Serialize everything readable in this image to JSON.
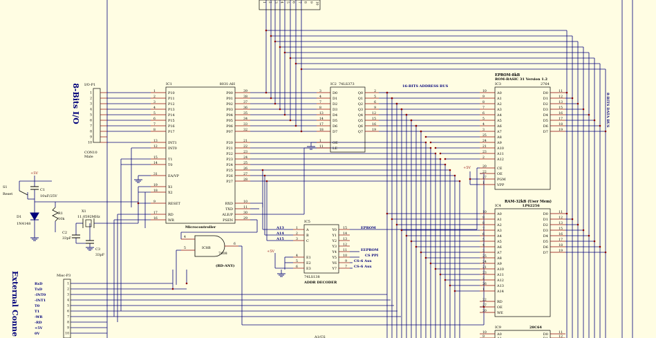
{
  "colors": {
    "background": "#fffde3",
    "wire": "#00007a",
    "part": "#8b0000",
    "text": "#000000"
  },
  "left_titles": {
    "io": "8-Bits I/O",
    "ext": "External Conne"
  },
  "bus_labels": {
    "addr": "16-BITS ADDRESS BUS",
    "data": "8-BITS DATA BUS"
  },
  "conn_io": {
    "ref": "I/O-P1",
    "name": "CON10",
    "sub": "Male",
    "pins": [
      "1",
      "2",
      "3",
      "4",
      "5",
      "6",
      "7",
      "8",
      "9",
      "10"
    ]
  },
  "conn_misc": {
    "ref": "Misc-P3",
    "signals": [
      "RxD",
      "TxD",
      "-INT0",
      "-INT1",
      "T0",
      "T1",
      "-WR",
      "-RD",
      "+5V",
      "0V"
    ],
    "pins": [
      "1",
      "2",
      "3",
      "4",
      "5",
      "6",
      "7",
      "8",
      "9",
      "10"
    ]
  },
  "reset": {
    "s1": "S1",
    "s1_name": "Reset",
    "pwr": "+5V",
    "c1": "C1",
    "c1_val": "10uF/25V",
    "r1": "R1",
    "r1_val": "10k",
    "d1": "D1",
    "d1_val": "1N4148"
  },
  "crystal": {
    "x1": "X1",
    "x1_val": "11.0592MHz",
    "c2": "C2",
    "c2_val": "33pF",
    "c3": "C3",
    "c3_val": "33pF"
  },
  "ic1": {
    "ref": "IC1",
    "part": "8031-AH",
    "caption": "Microcontroller",
    "left": [
      {
        "pin": "1",
        "name": "P10"
      },
      {
        "pin": "2",
        "name": "P11"
      },
      {
        "pin": "3",
        "name": "P12"
      },
      {
        "pin": "4",
        "name": "P13"
      },
      {
        "pin": "5",
        "name": "P14"
      },
      {
        "pin": "6",
        "name": "P15"
      },
      {
        "pin": "7",
        "name": "P16"
      },
      {
        "pin": "8",
        "name": "P17"
      },
      {
        "pin": "13",
        "name": "INT1"
      },
      {
        "pin": "12",
        "name": "INT0"
      },
      {
        "pin": "15",
        "name": "T1"
      },
      {
        "pin": "14",
        "name": "T0"
      },
      {
        "pin": "31",
        "name": "EA/VP"
      },
      {
        "pin": "19",
        "name": "X1"
      },
      {
        "pin": "18",
        "name": "X2"
      },
      {
        "pin": "9",
        "name": "RESET"
      },
      {
        "pin": "17",
        "name": "RD"
      },
      {
        "pin": "16",
        "name": "WR"
      }
    ],
    "right": [
      {
        "pin": "39",
        "name": "P00"
      },
      {
        "pin": "38",
        "name": "P01"
      },
      {
        "pin": "37",
        "name": "P02"
      },
      {
        "pin": "36",
        "name": "P03"
      },
      {
        "pin": "35",
        "name": "P04"
      },
      {
        "pin": "34",
        "name": "P05"
      },
      {
        "pin": "33",
        "name": "P06"
      },
      {
        "pin": "32",
        "name": "P07"
      },
      {
        "pin": "21",
        "name": "P20"
      },
      {
        "pin": "22",
        "name": "P21"
      },
      {
        "pin": "23",
        "name": "P22"
      },
      {
        "pin": "24",
        "name": "P23"
      },
      {
        "pin": "25",
        "name": "P24"
      },
      {
        "pin": "26",
        "name": "P25"
      },
      {
        "pin": "27",
        "name": "P26"
      },
      {
        "pin": "28",
        "name": "P27"
      },
      {
        "pin": "10",
        "name": "RXD"
      },
      {
        "pin": "11",
        "name": "TXD"
      },
      {
        "pin": "30",
        "name": "ALE/P"
      },
      {
        "pin": "29",
        "name": "PSEN"
      }
    ]
  },
  "ic2": {
    "ref": "IC2",
    "part": "74LS373",
    "left": [
      {
        "pin": "3",
        "name": "D0"
      },
      {
        "pin": "4",
        "name": "D1"
      },
      {
        "pin": "7",
        "name": "D2"
      },
      {
        "pin": "8",
        "name": "D3"
      },
      {
        "pin": "13",
        "name": "D4"
      },
      {
        "pin": "14",
        "name": "D5"
      },
      {
        "pin": "17",
        "name": "D6"
      },
      {
        "pin": "18",
        "name": "D7"
      },
      {
        "pin": "1",
        "name": "OE"
      },
      {
        "pin": "11",
        "name": "LE"
      }
    ],
    "right": [
      {
        "pin": "2",
        "name": "Q0"
      },
      {
        "pin": "5",
        "name": "Q1"
      },
      {
        "pin": "6",
        "name": "Q2"
      },
      {
        "pin": "9",
        "name": "Q3"
      },
      {
        "pin": "12",
        "name": "Q4"
      },
      {
        "pin": "15",
        "name": "Q5"
      },
      {
        "pin": "16",
        "name": "Q6"
      },
      {
        "pin": "19",
        "name": "Q7"
      }
    ]
  },
  "ic3": {
    "ref": "IC3",
    "part": "2764",
    "title1": "EPROM-8kB",
    "title2": "ROM-BASIC 31 Version 1.2",
    "pwr": "+5V",
    "left": [
      {
        "pin": "10",
        "name": "A0"
      },
      {
        "pin": "9",
        "name": "A1"
      },
      {
        "pin": "8",
        "name": "A2"
      },
      {
        "pin": "7",
        "name": "A3"
      },
      {
        "pin": "6",
        "name": "A4"
      },
      {
        "pin": "5",
        "name": "A5"
      },
      {
        "pin": "4",
        "name": "A6"
      },
      {
        "pin": "3",
        "name": "A7"
      },
      {
        "pin": "25",
        "name": "A8"
      },
      {
        "pin": "24",
        "name": "A9"
      },
      {
        "pin": "21",
        "name": "A10"
      },
      {
        "pin": "23",
        "name": "A11"
      },
      {
        "pin": "2",
        "name": "A12"
      },
      {
        "pin": "20",
        "name": "CE"
      },
      {
        "pin": "22",
        "name": "OE"
      },
      {
        "pin": "27",
        "name": "PGM"
      },
      {
        "pin": "1",
        "name": "VPP"
      }
    ],
    "right": [
      {
        "pin": "11",
        "name": "D0"
      },
      {
        "pin": "12",
        "name": "D1"
      },
      {
        "pin": "13",
        "name": "D2"
      },
      {
        "pin": "15",
        "name": "D3"
      },
      {
        "pin": "16",
        "name": "D4"
      },
      {
        "pin": "17",
        "name": "D5"
      },
      {
        "pin": "18",
        "name": "D6"
      },
      {
        "pin": "19",
        "name": "D7"
      }
    ]
  },
  "ic4": {
    "ref": "IC4",
    "part": "LP62256",
    "title1": "RAM-32kB  (User Mem)",
    "left": [
      {
        "pin": "10",
        "name": "A0"
      },
      {
        "pin": "9",
        "name": "A1"
      },
      {
        "pin": "8",
        "name": "A2"
      },
      {
        "pin": "7",
        "name": "A3"
      },
      {
        "pin": "6",
        "name": "A4"
      },
      {
        "pin": "5",
        "name": "A5"
      },
      {
        "pin": "4",
        "name": "A6"
      },
      {
        "pin": "3",
        "name": "A7"
      },
      {
        "pin": "25",
        "name": "A8"
      },
      {
        "pin": "24",
        "name": "A9"
      },
      {
        "pin": "21",
        "name": "A10"
      },
      {
        "pin": "23",
        "name": "A11"
      },
      {
        "pin": "2",
        "name": "A12"
      },
      {
        "pin": "26",
        "name": "A13"
      },
      {
        "pin": "1",
        "name": "A14"
      },
      {
        "pin": "22",
        "name": "RD"
      },
      {
        "pin": "27",
        "name": "OE"
      },
      {
        "pin": "20",
        "name": "WE"
      }
    ],
    "right": [
      {
        "pin": "11",
        "name": "D0"
      },
      {
        "pin": "12",
        "name": "D1"
      },
      {
        "pin": "13",
        "name": "D2"
      },
      {
        "pin": "15",
        "name": "D3"
      },
      {
        "pin": "16",
        "name": "D4"
      },
      {
        "pin": "17",
        "name": "D5"
      },
      {
        "pin": "18",
        "name": "D6"
      },
      {
        "pin": "19",
        "name": "D7"
      }
    ]
  },
  "ic5": {
    "ref": "IC5",
    "part": "74LS138",
    "caption": "ADDR DECODER",
    "pwr": "+5V",
    "left": [
      {
        "pin": "1",
        "name": "A"
      },
      {
        "pin": "2",
        "name": "B"
      },
      {
        "pin": "3",
        "name": "C"
      },
      {
        "pin": "4",
        "name": "E1"
      },
      {
        "pin": "5",
        "name": "E2"
      },
      {
        "pin": "6",
        "name": "E3"
      }
    ],
    "right": [
      {
        "pin": "15",
        "name": "Y0"
      },
      {
        "pin": "14",
        "name": "Y1"
      },
      {
        "pin": "13",
        "name": "Y2"
      },
      {
        "pin": "12",
        "name": "Y3"
      },
      {
        "pin": "11",
        "name": "Y4"
      },
      {
        "pin": "10",
        "name": "Y5"
      },
      {
        "pin": "9",
        "name": "Y6"
      },
      {
        "pin": "7",
        "name": "Y7"
      }
    ],
    "addr_in": [
      "A13",
      "A14",
      "A15"
    ],
    "outputs": {
      "eprom": "EPROM",
      "eeprom": "EEPROM",
      "csppi": "CS PPI",
      "csaux1": "CS-6 Aux",
      "csaux2": "CS-6 Aux"
    }
  },
  "ic8b": {
    "ref": "IC8B",
    "part": "7408",
    "caption": "(RD-ANY)",
    "pins": {
      "in1": "4",
      "in2": "5",
      "out": "6"
    }
  },
  "ic9": {
    "ref": "IC9",
    "part": "28C64",
    "left": [
      {
        "pin": "10",
        "name": "A0"
      },
      {
        "pin": "9",
        "name": "A1"
      }
    ],
    "right": [
      {
        "pin": "11",
        "name": "D0"
      },
      {
        "pin": "12",
        "name": "D1"
      }
    ]
  },
  "top_conn": {
    "pins": [
      "1",
      "2",
      "3",
      "4",
      "5",
      "6",
      "7",
      "8",
      "9",
      "10"
    ]
  },
  "bottom_label": "A1/CS"
}
